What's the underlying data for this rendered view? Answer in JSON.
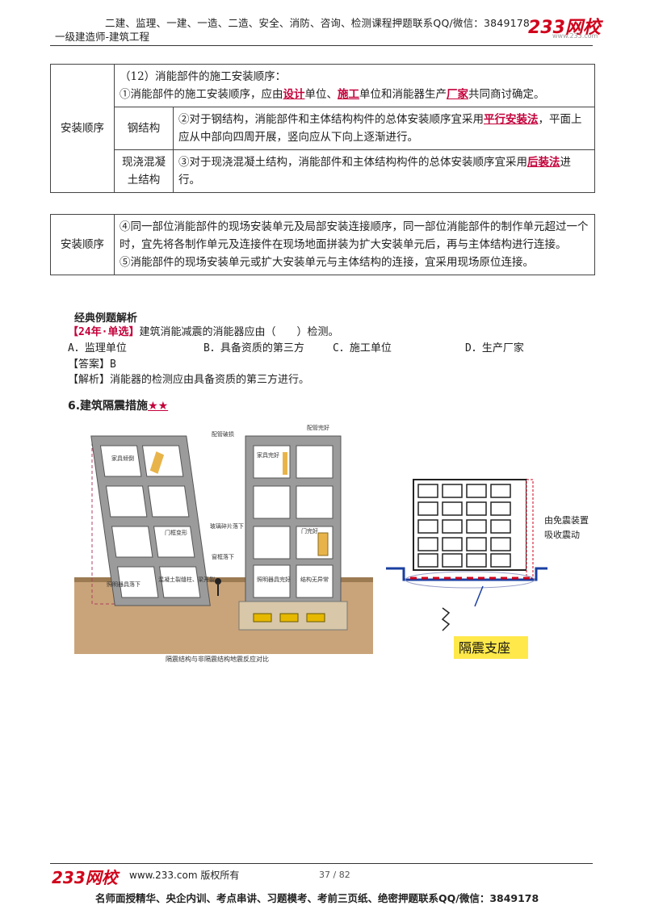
{
  "header": {
    "courses": "二建、监理、一建、一造、二造、安全、消防、咨询、检测课程押题联系QQ/微信：3849178",
    "subtitle": "一级建造师-建筑工程",
    "logo": "233网校",
    "logo_url": "www.233.com"
  },
  "table1": {
    "row_label": "安装顺序",
    "intro_line1": "（12）消能部件的施工安装顺序：",
    "intro_line2_a": "①消能部件的施工安装顺序，应由",
    "kw_design": "设计",
    "intro_line2_b": "单位、",
    "kw_construct": "施工",
    "intro_line2_c": "单位和消能器生产",
    "kw_factory": "厂家",
    "intro_line2_d": "共同商讨确定。",
    "steel_label": "钢结构",
    "steel_a": "②对于钢结构，消能部件和主体结构构件的总体安装顺序宜采用",
    "steel_kw": "平行安装法",
    "steel_b": "，平面上应从中部向四周开展，竖向应从下向上逐渐进行。",
    "concrete_label": "现浇混凝土结构",
    "concrete_a": "③对于现浇混凝土结构，消能部件和主体结构构件的总体安装顺序宜采用",
    "concrete_kw": "后装法",
    "concrete_b": "进行。"
  },
  "table2": {
    "row_label": "安装顺序",
    "p4": "④同一部位消能部件的现场安装单元及局部安装连接顺序，同一部位消能部件的制作单元超过一个时，宜先将各制作单元及连接件在现场地面拼装为扩大安装单元后，再与主体结构进行连接。",
    "p5": "⑤消能部件的现场安装单元或扩大安装单元与主体结构的连接，宜采用现场原位连接。"
  },
  "example": {
    "title": "经典例题解析",
    "tag": "【24年·单选】",
    "question": "建筑消能减震的消能器应由（　　）检测。",
    "options": [
      "A．监理单位",
      "B．具备资质的第三方",
      "C．施工单位",
      "D．生产厂家"
    ],
    "answer": "【答案】B",
    "explanation": "【解析】消能器的检测应由具备资质的第三方进行。"
  },
  "section": {
    "title": "6.建筑隔震措施",
    "stars": "★★"
  },
  "figure_left": {
    "top_label_left": "配管破损",
    "top_label_right": "配管完好",
    "furniture_fall": "家具倾倒",
    "furniture_ok": "家具完好",
    "glass_fall": "玻璃碎片落下",
    "door_deform": "门框变形",
    "door_ok": "门完好",
    "window_fall": "窗框落下",
    "light_fall": "照明器具落下",
    "light_ok": "照明器具完好",
    "column_crack": "混凝土裂缝柱、梁开裂",
    "structure_ok": "结构无异常",
    "caption": "隔震结构与非隔震结构地震反应对比"
  },
  "figure_right": {
    "device_line1": "由免震装置",
    "device_line2": "吸收震动",
    "bearing_label": "隔震支座"
  },
  "footer": {
    "logo": "233网校",
    "url_text": "www.233.com 版权所有",
    "page": "37 / 82",
    "bottom": "名师面授精华、央企内训、考点串讲、习题模考、考前三页纸、绝密押题联系QQ/微信：3849178"
  },
  "colors": {
    "accent_red": "#c4003a",
    "brand_red": "#d0021b",
    "door_yellow": "#e8b44a",
    "bearing_blue": "#1a3fa0"
  }
}
